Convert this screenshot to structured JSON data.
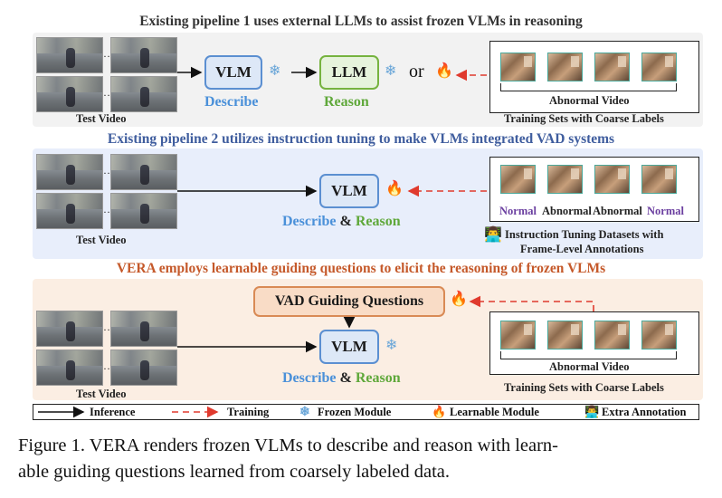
{
  "headings": {
    "p1": "Existing pipeline 1 uses external LLMs to assist frozen VLMs in reasoning",
    "p2": "Existing pipeline 2 utilizes instruction tuning to make VLMs integrated VAD systems",
    "p3": "VERA employs learnable guiding questions to elicit the reasoning of frozen VLMs"
  },
  "panel1": {
    "test_video": "Test Video",
    "vlm": "VLM",
    "describe": "Describe",
    "llm": "LLM",
    "reason": "Reason",
    "or": "or",
    "abnormal_video": "Abnormal Video",
    "training_sets": "Training Sets with Coarse Labels"
  },
  "panel2": {
    "test_video": "Test Video",
    "vlm": "VLM",
    "describe": "Describe",
    "amp": "&",
    "reason": "Reason",
    "frame_labels": [
      "Normal",
      "Abnormal",
      "Abnormal",
      "Normal"
    ],
    "instruction_line1": "Instruction Tuning Datasets with",
    "instruction_line2": "Frame-Level Annotations"
  },
  "panel3": {
    "guiding": "VAD Guiding Questions",
    "vlm": "VLM",
    "describe": "Describe",
    "amp": "&",
    "reason": "Reason",
    "test_video": "Test Video",
    "abnormal_video": "Abnormal Video",
    "training_sets": "Training Sets with Coarse Labels"
  },
  "legend": {
    "inference": "Inference",
    "training": "Training",
    "frozen": "Frozen Module",
    "learnable": "Learnable Module",
    "annotation": "Extra Annotation"
  },
  "icons": {
    "frozen": "snowflake-icon",
    "learnable": "fire-icon",
    "annotation": "person-icon"
  },
  "caption": {
    "line1": "Figure 1. VERA renders frozen VLMs to describe and reason with learn-",
    "line2": "able guiding questions learned from coarsely labeled data."
  },
  "colors": {
    "describe": "#4a90d9",
    "reason": "#5fa83a",
    "normal": "#6b3fa0",
    "training_arrow": "#e03a2e"
  }
}
